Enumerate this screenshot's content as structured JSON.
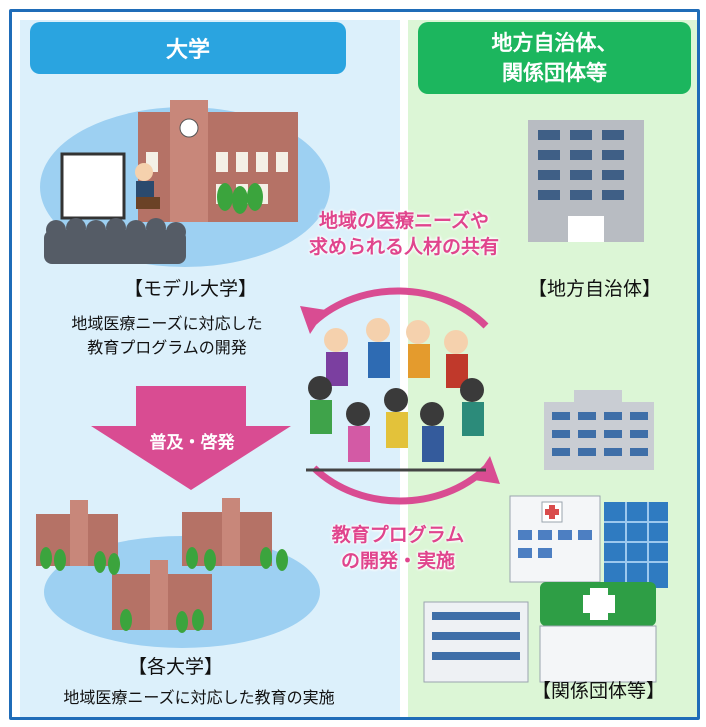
{
  "left_header": "大学",
  "right_header": "地方自治体、\n関係団体等",
  "model_university_label": "【モデル大学】",
  "model_university_desc": "地域医療ニーズに対応した\n教育プログラムの開発",
  "spread_arrow_label": "普及・啓発",
  "universities_label": "【各大学】",
  "universities_desc": "地域医療ニーズに対応した教育の実施",
  "sharing_text": "地域の医療ニーズや\n求められる人材の共有",
  "program_text": "教育プログラム\nの開発・実施",
  "local_gov_label": "【地方自治体】",
  "orgs_label": "【関係団体等】",
  "colors": {
    "frame": "#1f6cb8",
    "left_bg": "#dcf0fb",
    "right_bg": "#dcf6d6",
    "left_header": "#2aa4e0",
    "right_header": "#1cb65e",
    "accent_pink": "#e0458d"
  },
  "icons": [
    "lecture-hall-icon",
    "university-building-icon",
    "people-circle-icon",
    "city-office-icon",
    "hospital-icon",
    "clinic-icon"
  ]
}
